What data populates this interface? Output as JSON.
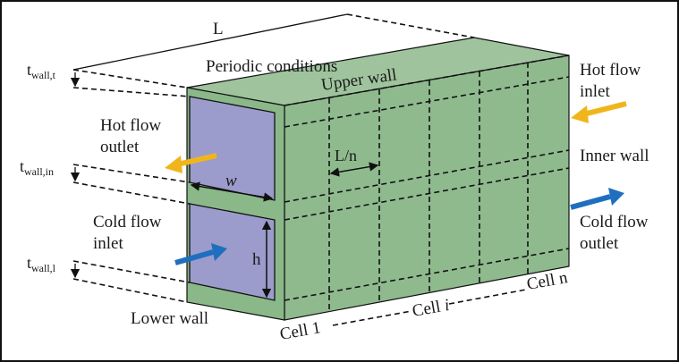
{
  "diagram": {
    "labels": {
      "length": "L",
      "periodic": "Periodic conditions",
      "upper_wall": "Upper wall",
      "hot_inlet_1": "Hot flow",
      "hot_inlet_2": "inlet",
      "hot_outlet_1": "Hot flow",
      "hot_outlet_2": "outlet",
      "inner_wall": "Inner wall",
      "cold_inlet_1": "Cold flow",
      "cold_inlet_2": "inlet",
      "cold_outlet_1": "Cold flow",
      "cold_outlet_2": "outlet",
      "lower_wall": "Lower wall",
      "cell_length": "L/n",
      "width": "w",
      "height": "h",
      "cell_1": "Cell 1",
      "cell_i_prefix": "Cell ",
      "cell_i_index": "i",
      "cell_n": "Cell n",
      "t_main": "t",
      "t_top_sub": "wall,t",
      "t_in_sub": "wall,in",
      "t_low_sub": "wall,l"
    },
    "colors": {
      "wall_green": "#8fba8e",
      "wall_green_dark": "#7fae7f",
      "channel_purple": "#9b9ccb",
      "hot_arrow": "#f1b51c",
      "cold_arrow": "#1f6fbf",
      "outline": "#111111"
    }
  }
}
